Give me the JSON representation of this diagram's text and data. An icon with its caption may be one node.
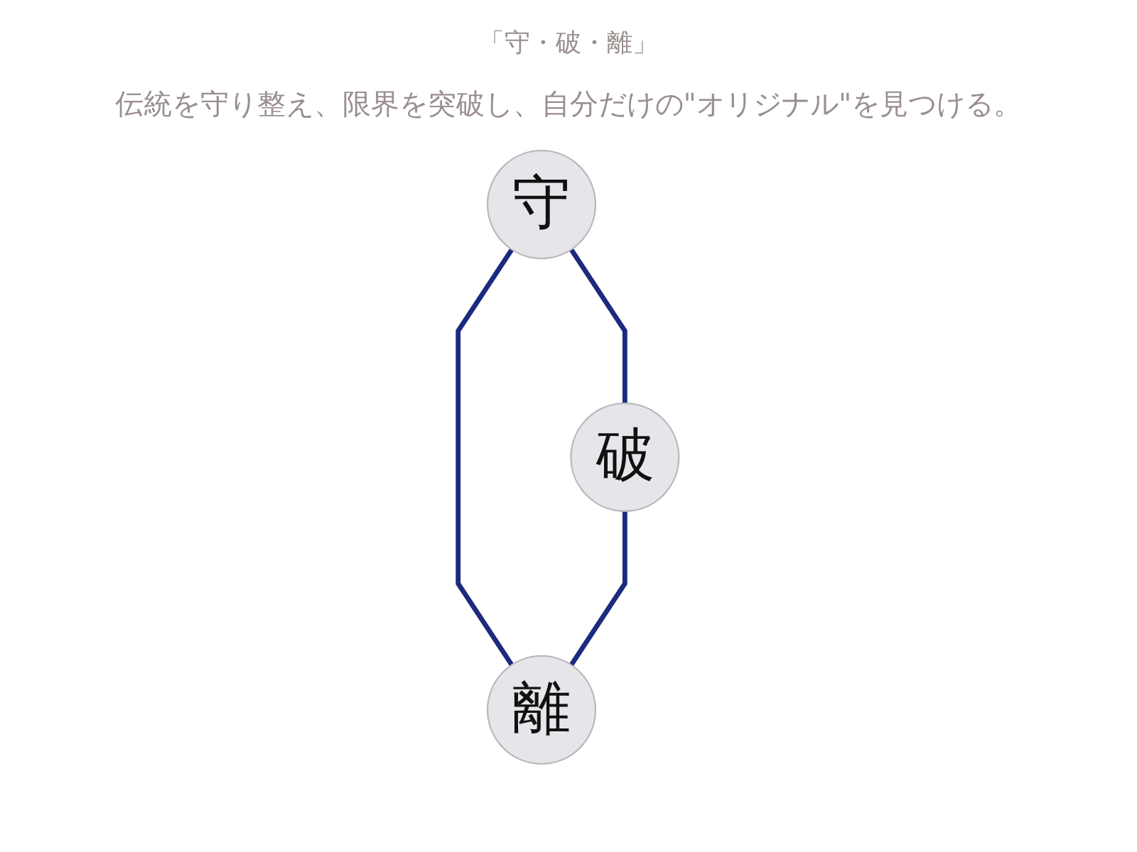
{
  "diagram": {
    "title": "「守・破・離」",
    "nodes": [
      {
        "text": [
          "守"
        ]
      },
      {
        "text": [
          "破"
        ]
      },
      {
        "text": [
          "離"
        ]
      }
    ],
    "edges": [
      {
        "from": 0,
        "to": 1,
        "arrow": "none"
      },
      {
        "from": 0,
        "to": 2,
        "arrow": "none"
      },
      {
        "from": 1,
        "to": 2,
        "arrow": "none"
      }
    ],
    "labels": [
      "伝統を守り整え、限界を突破し、自分だけの\"オリジナル\"を見つける。"
    ]
  }
}
